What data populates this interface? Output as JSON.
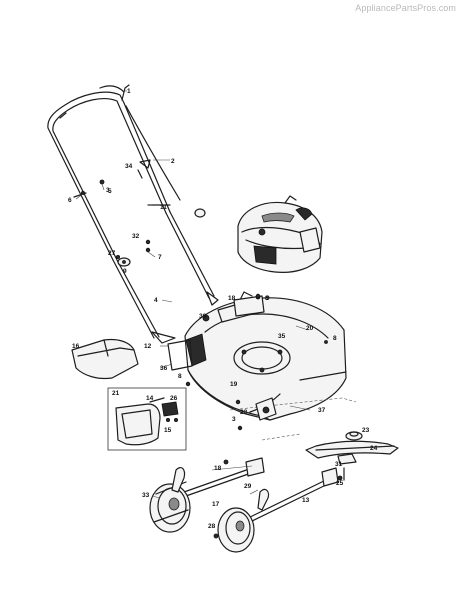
{
  "watermark": "AppliancePartsPros.com",
  "callouts": [
    {
      "id": "c1",
      "label": "1"
    },
    {
      "id": "c2",
      "label": "2"
    },
    {
      "id": "c3",
      "label": "3"
    },
    {
      "id": "c3b",
      "label": "3"
    },
    {
      "id": "c4",
      "label": "4"
    },
    {
      "id": "c5",
      "label": "5"
    },
    {
      "id": "c6",
      "label": "6"
    },
    {
      "id": "c7",
      "label": "7"
    },
    {
      "id": "c8",
      "label": "8"
    },
    {
      "id": "c8b",
      "label": "8"
    },
    {
      "id": "c8c",
      "label": "8"
    },
    {
      "id": "c9",
      "label": "9"
    },
    {
      "id": "c9b",
      "label": "9"
    },
    {
      "id": "c11",
      "label": "11"
    },
    {
      "id": "c12",
      "label": "12"
    },
    {
      "id": "c13",
      "label": "13"
    },
    {
      "id": "c14",
      "label": "14"
    },
    {
      "id": "c15",
      "label": "15"
    },
    {
      "id": "c16",
      "label": "16"
    },
    {
      "id": "c17",
      "label": "17"
    },
    {
      "id": "c18",
      "label": "18"
    },
    {
      "id": "c18b",
      "label": "18"
    },
    {
      "id": "c19",
      "label": "19"
    },
    {
      "id": "c20",
      "label": "20"
    },
    {
      "id": "c21",
      "label": "21"
    },
    {
      "id": "c22",
      "label": "22"
    },
    {
      "id": "c23",
      "label": "23"
    },
    {
      "id": "c24",
      "label": "24"
    },
    {
      "id": "c25",
      "label": "25"
    },
    {
      "id": "c26",
      "label": "26"
    },
    {
      "id": "c27",
      "label": "27"
    },
    {
      "id": "c28",
      "label": "28"
    },
    {
      "id": "c29",
      "label": "29"
    },
    {
      "id": "c30",
      "label": "30"
    },
    {
      "id": "c31",
      "label": "31"
    },
    {
      "id": "c32",
      "label": "32"
    },
    {
      "id": "c33",
      "label": "33"
    },
    {
      "id": "c34",
      "label": "34"
    },
    {
      "id": "c35",
      "label": "35"
    },
    {
      "id": "c36",
      "label": "36"
    },
    {
      "id": "c37",
      "label": "37"
    }
  ]
}
